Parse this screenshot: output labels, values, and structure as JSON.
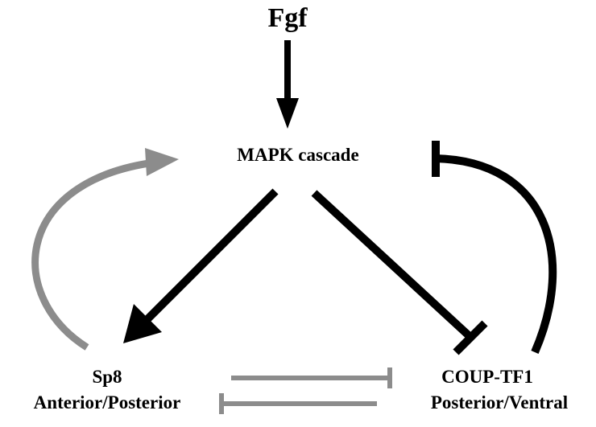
{
  "nodes": {
    "fgf": {
      "label": "Fgf"
    },
    "mapk": {
      "label": "MAPK cascade"
    },
    "sp8": {
      "label": "Sp8",
      "sublabel": "Anterior/Posterior"
    },
    "coup": {
      "label": "COUP-TF1",
      "sublabel": "Posterior/Ventral"
    }
  },
  "edges": [
    {
      "from": "Fgf",
      "to": "MAPK cascade",
      "type": "activation",
      "color": "#000000"
    },
    {
      "from": "MAPK cascade",
      "to": "Sp8",
      "type": "activation",
      "color": "#000000"
    },
    {
      "from": "MAPK cascade",
      "to": "COUP-TF1",
      "type": "inhibition",
      "color": "#000000"
    },
    {
      "from": "Sp8",
      "to": "MAPK cascade",
      "type": "activation",
      "color": "#8c8c8c"
    },
    {
      "from": "COUP-TF1",
      "to": "MAPK cascade",
      "type": "inhibition",
      "color": "#000000"
    },
    {
      "from": "Sp8",
      "to": "COUP-TF1",
      "type": "inhibition",
      "color": "#8c8c8c"
    },
    {
      "from": "COUP-TF1",
      "to": "Sp8",
      "type": "inhibition",
      "color": "#8c8c8c"
    }
  ],
  "colors": {
    "black": "#000000",
    "gray": "#8c8c8c"
  }
}
